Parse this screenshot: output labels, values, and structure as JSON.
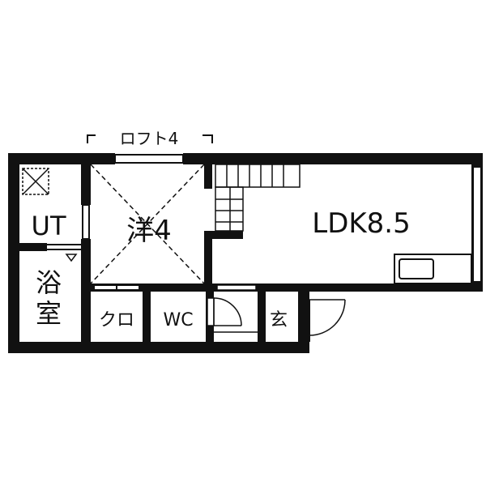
{
  "colors": {
    "wall": "#111111",
    "background": "#ffffff",
    "line": "#111111"
  },
  "labels": {
    "loft": "ロフト4",
    "western_room": "洋4",
    "ldk": "LDK8.5",
    "utility": "UT",
    "bath_line1": "浴",
    "bath_line2": "室",
    "closet": "クロ",
    "toilet": "WC",
    "entrance": "玄"
  },
  "fixtures": {
    "ventilation": "ventilation-fan-symbol",
    "stairs": "staircase-symbol",
    "kitchen": "kitchen-sink-counter",
    "doors": "swing-door-symbol"
  }
}
